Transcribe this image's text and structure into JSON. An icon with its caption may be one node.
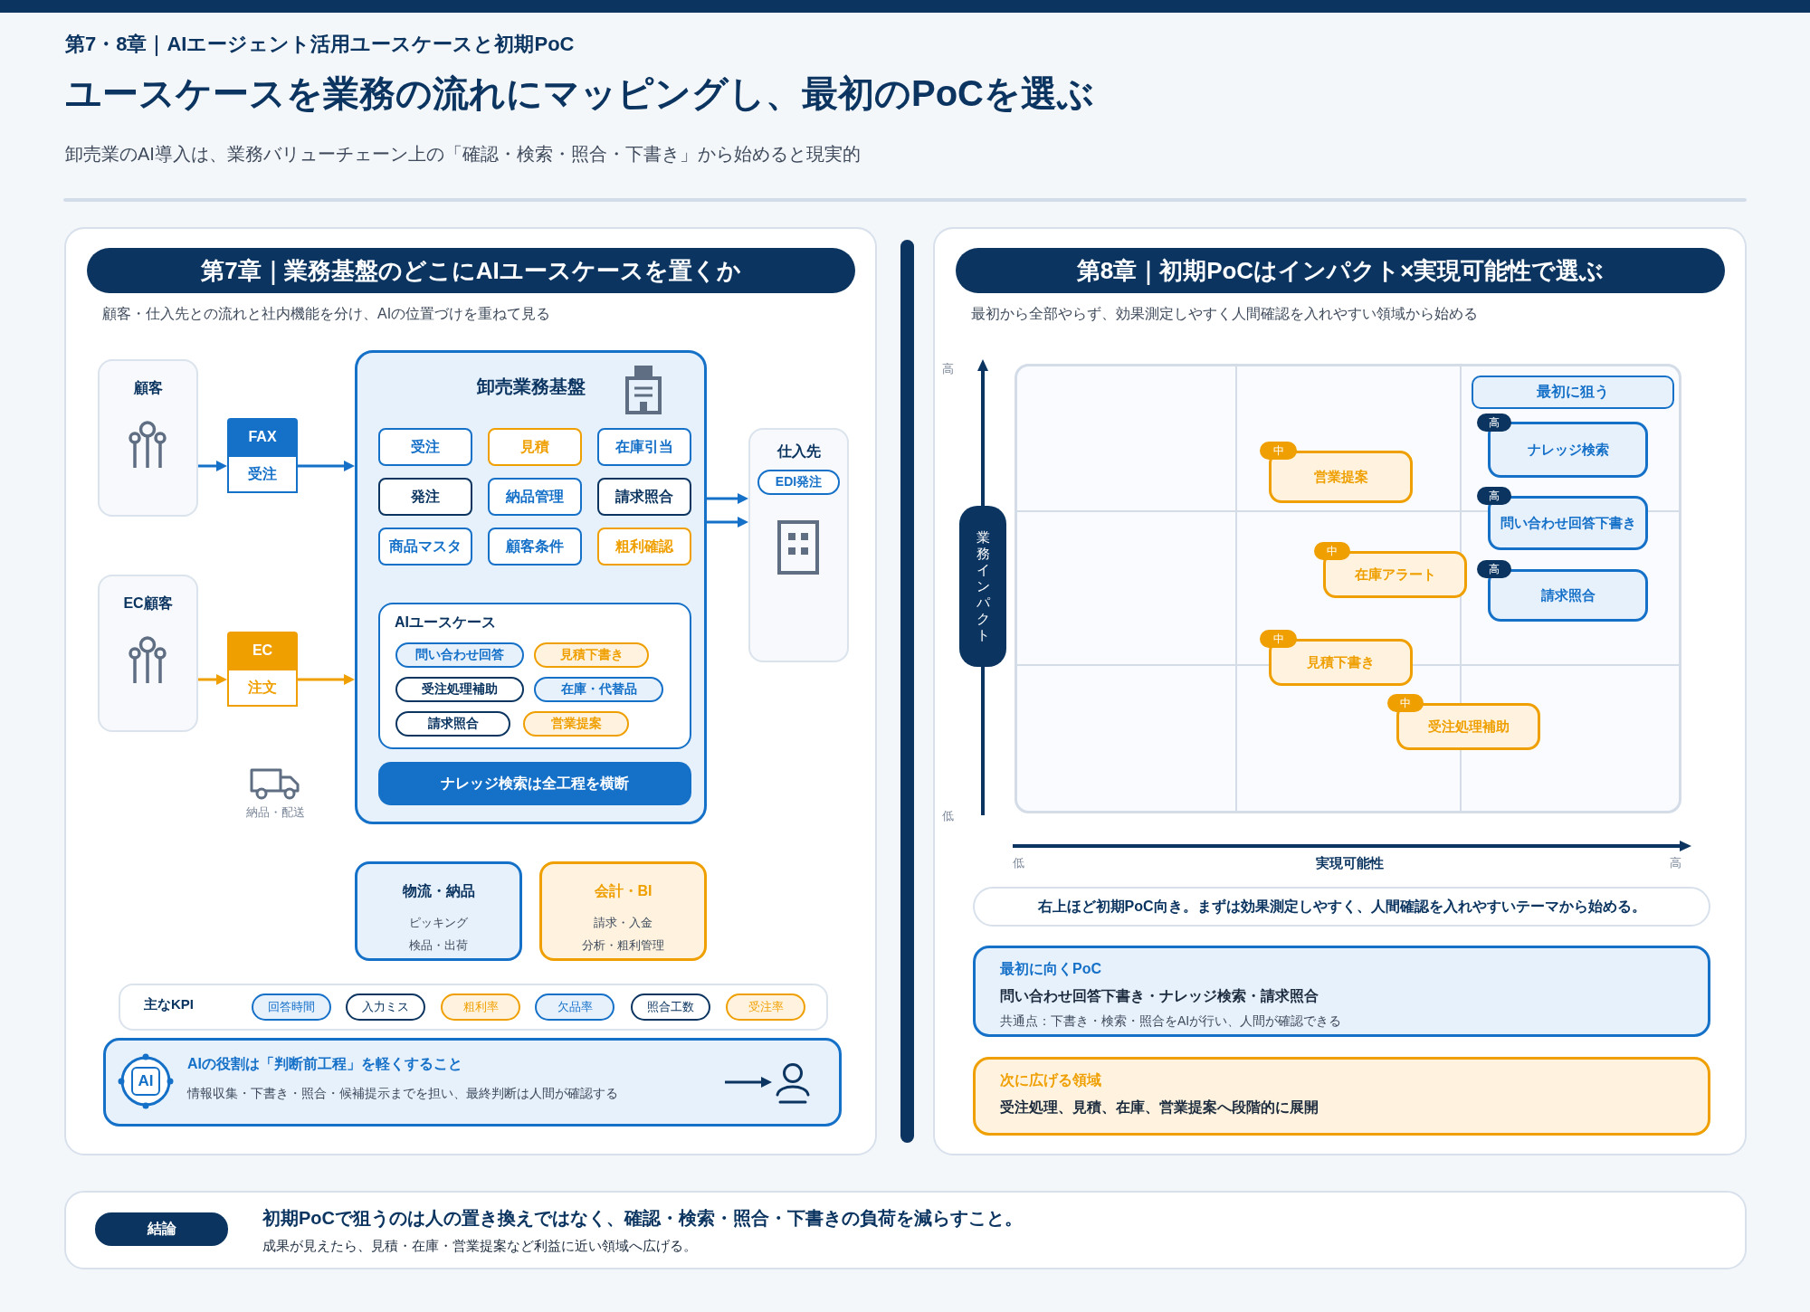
{
  "diagram": {
    "title": "ユースケースを業務の流れにマッピングし、最初のPoCを選ぶ",
    "nodes": [
      {
        "text": [
          "第7章｜業務基盤のどこにAIユースケースを置くか",
          "顧客・仕入先との流れと社内機能を分け、AIの位置づけを重ねて見る"
        ]
      },
      {
        "text": [
          "顧客"
        ],
        "in": 0
      },
      {
        "text": [
          "FAX",
          "受注"
        ],
        "in": 0
      },
      {
        "text": [
          "卸売業務基盤"
        ],
        "in": 0
      },
      {
        "text": [
          "受注"
        ],
        "in": 3
      },
      {
        "text": [
          "見積"
        ],
        "in": 3
      },
      {
        "text": [
          "在庫引当"
        ],
        "in": 3
      },
      {
        "text": [
          "発注"
        ],
        "in": 3
      },
      {
        "text": [
          "納品管理"
        ],
        "in": 3
      },
      {
        "text": [
          "請求照合"
        ],
        "in": 3
      },
      {
        "text": [
          "商品マスタ"
        ],
        "in": 3
      },
      {
        "text": [
          "顧客条件"
        ],
        "in": 3
      },
      {
        "text": [
          "粗利確認"
        ],
        "in": 3
      },
      {
        "text": [
          "AIユースケース"
        ],
        "in": 3
      },
      {
        "text": [
          "問い合わせ回答"
        ],
        "in": 13
      },
      {
        "text": [
          "見積下書き"
        ],
        "in": 13
      },
      {
        "text": [
          "受注処理補助"
        ],
        "in": 13
      },
      {
        "text": [
          "在庫・代替品"
        ],
        "in": 13
      },
      {
        "text": [
          "請求照合"
        ],
        "in": 13
      },
      {
        "text": [
          "営業提案"
        ],
        "in": 13
      },
      {
        "text": [
          "ナレッジ検索は全工程を横断"
        ],
        "in": 3
      },
      {
        "text": [
          "仕入先"
        ],
        "in": 0
      },
      {
        "text": [
          "EDI発注"
        ],
        "in": 21
      },
      {
        "text": [
          "EC顧客"
        ],
        "in": 0
      },
      {
        "text": [
          "EC",
          "注文"
        ],
        "in": 0
      },
      {
        "text": [
          "物流・納品",
          "ピッキング",
          "検品・出荷"
        ],
        "in": 0
      },
      {
        "text": [
          "会計・BI",
          "請求・入金",
          "分析・粗利管理"
        ],
        "in": 0
      },
      {
        "text": [
          "主なKPI"
        ],
        "in": 0
      },
      {
        "text": [
          "回答時間"
        ],
        "in": 27
      },
      {
        "text": [
          "入力ミス"
        ],
        "in": 27
      },
      {
        "text": [
          "粗利率"
        ],
        "in": 27
      },
      {
        "text": [
          "欠品率"
        ],
        "in": 27
      },
      {
        "text": [
          "照合工数"
        ],
        "in": 27
      },
      {
        "text": [
          "受注率"
        ],
        "in": 27
      },
      {
        "text": [
          "AIの役割は「判断前工程」を軽くすること",
          "情報収集・下書き・照合・候補提示までを担い、最終判断は人間が確認する"
        ],
        "in": 0
      },
      {
        "text": [
          "AI"
        ],
        "in": 34
      },
      {
        "text": [],
        "shape": "person",
        "in": 34
      },
      {
        "text": [
          "第8章｜初期PoCはインパクト×実現可能性で選ぶ",
          "最初から全部やらず、効果測定しやすく人間確認を入れやすい領域から始める"
        ]
      },
      {
        "text": [
          "業務インパクト"
        ],
        "in": 37
      },
      {
        "text": [
          "最初に狙う"
        ],
        "in": 37
      },
      {
        "text": [
          "高"
        ],
        "in": 37
      },
      {
        "text": [
          "ナレッジ検索"
        ],
        "in": 37
      },
      {
        "text": [
          "中"
        ],
        "in": 37
      },
      {
        "text": [
          "営業提案"
        ],
        "in": 37
      },
      {
        "text": [
          "高"
        ],
        "in": 37
      },
      {
        "text": [
          "問い合わせ回答下書き"
        ],
        "in": 37
      },
      {
        "text": [
          "中"
        ],
        "in": 37
      },
      {
        "text": [
          "在庫アラート"
        ],
        "in": 37
      },
      {
        "text": [
          "高"
        ],
        "in": 37
      },
      {
        "text": [
          "請求照合"
        ],
        "in": 37
      },
      {
        "text": [
          "中"
        ],
        "in": 37
      },
      {
        "text": [
          "見積下書き"
        ],
        "in": 37
      },
      {
        "text": [
          "中"
        ],
        "in": 37
      },
      {
        "text": [
          "受注処理補助"
        ],
        "in": 37
      },
      {
        "text": [
          "右上ほど初期PoC向き。まずは効果測定しやすく、人間確認を入れやすいテーマから始める。"
        ],
        "in": 37
      },
      {
        "text": [
          "最初に向くPoC",
          "問い合わせ回答下書き・ナレッジ検索・請求照合",
          "共通点：下書き・検索・照合をAIが行い、人間が確認できる"
        ],
        "in": 37
      },
      {
        "text": [
          "次に広げる領域",
          "受注処理、見積、在庫、営業提案へ段階的に展開"
        ],
        "in": 37
      },
      {
        "text": [
          "初期PoCで狙うのは人の置き換えではなく、確認・検索・照合・下書きの負荷を減らすこと。",
          "成果が見えたら、見積・在庫・営業提案など利益に近い領域へ広げる。"
        ]
      },
      {
        "text": [
          "結論"
        ],
        "in": 57
      },
      {
        "text": [],
        "shape": "bar"
      },
      {
        "text": [],
        "shape": "bar"
      }
    ],
    "edges": [
      {
        "from": 1,
        "to": 2,
        "arrow": "to"
      },
      {
        "from": 2,
        "to": 3,
        "arrow": "to"
      },
      {
        "from": 23,
        "to": 24,
        "arrow": "to",
        "color": "#ef9f00"
      },
      {
        "from": 24,
        "to": 3,
        "arrow": "to",
        "color": "#ef9f00"
      },
      {
        "from": 3,
        "to": 21,
        "arrow": "to"
      },
      {
        "from": 3,
        "to": 21,
        "arrow": "to"
      },
      {
        "from": null,
        "to": 36,
        "arrow": "to",
        "color": "#0b3560"
      }
    ],
    "labels": [
      "第7・8章｜AIエージェント活用ユースケースと初期PoC",
      "卸売業のAI導入は、業務バリューチェーン上の「確認・検索・照合・下書き」から始めると現実的",
      "納品・配送",
      "高",
      "低",
      "低",
      "実現可能性",
      "高"
    ]
  }
}
